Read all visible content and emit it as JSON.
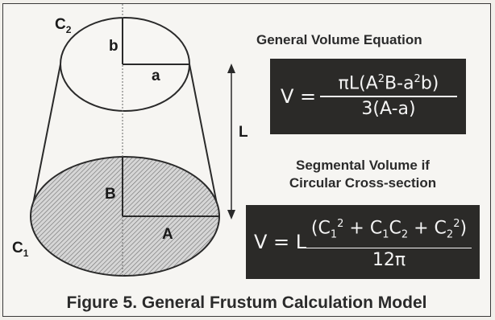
{
  "labels": {
    "c2": "C",
    "c2_sub": "2",
    "b_small": "b",
    "a_small": "a",
    "b_big": "B",
    "a_big": "A",
    "c1": "C",
    "c1_sub": "1",
    "l": "L"
  },
  "general": {
    "heading": "General Volume Equation",
    "prefix": "V =",
    "num_pi_l": "πL(A",
    "num_sup1": "2",
    "num_mid": "B-a",
    "num_sup2": "2",
    "num_end": "b)",
    "denominator": "3(A-a)"
  },
  "segmental": {
    "heading_line1": "Segmental Volume if",
    "heading_line2": "Circular Cross-section",
    "prefix": "V = L",
    "num_open": "(C",
    "num_s1": "1",
    "num_e1": "2",
    "num_plus1": " + C",
    "num_s2": "1",
    "num_c": "C",
    "num_s3": "2",
    "num_plus2": " + C",
    "num_s4": "2",
    "num_e2": "2",
    "num_close": ")",
    "denominator": "12π"
  },
  "caption": "Figure 5. General Frustum Calculation Model",
  "colors": {
    "eq_box": "#2b2a28",
    "ellipse_fill": "#cfcfcf",
    "line": "#2a2a2a"
  }
}
